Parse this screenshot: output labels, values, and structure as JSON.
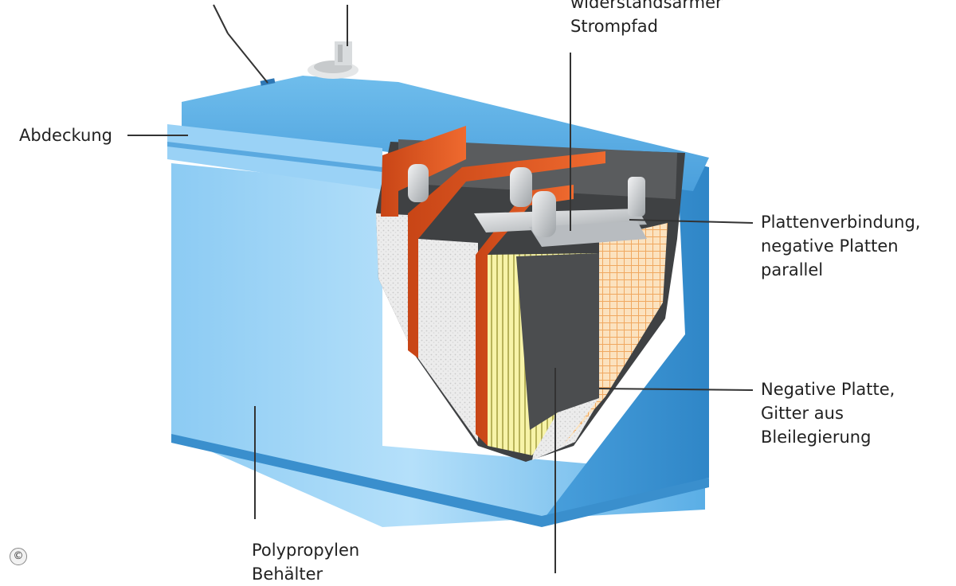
{
  "labels": {
    "cover": "Abdeckung",
    "path": [
      "widerstandsarmer",
      "Strompfad"
    ],
    "connector": [
      "Plattenverbindung,",
      "negative Platten",
      "parallel"
    ],
    "negative_plate": [
      "Negative Platte,",
      "Gitter aus",
      "Bleilegierung"
    ],
    "container": [
      "Polypropylen",
      "Behälter"
    ]
  },
  "copyright_symbol": "©",
  "colors": {
    "case_blue": "#5fb0e6",
    "case_light": "#a9d8f7",
    "case_dark": "#2f87c8",
    "plate_orange": "#e0521f",
    "separator_white": "#efefef",
    "plate_yellow": "#f4ef9a",
    "plate_dark": "#4d4f51",
    "grid_peach": "#f6c48d",
    "terminal_gray": "#c9ccce"
  }
}
